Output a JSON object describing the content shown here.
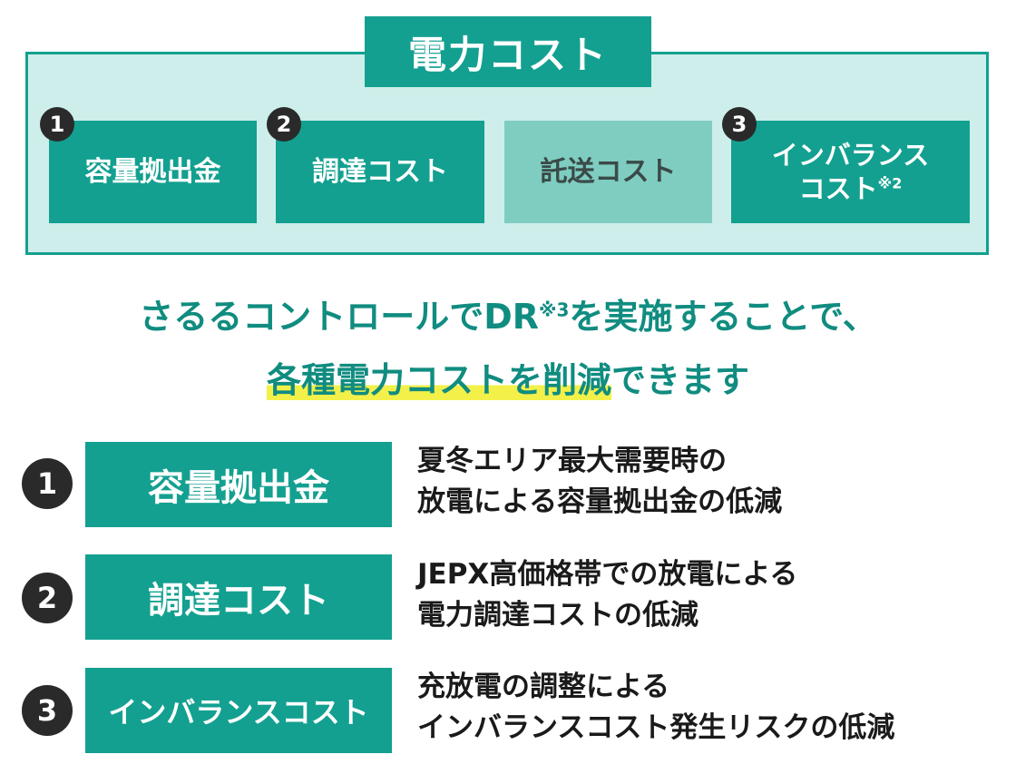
{
  "top": {
    "title": "電力コスト",
    "items": [
      {
        "number": "1",
        "label": "容量拠出金"
      },
      {
        "number": "2",
        "label": "調達コスト"
      },
      {
        "label": "託送コスト"
      },
      {
        "number": "3",
        "label_line1": "インバランス",
        "label_line2": "コスト",
        "note": "※2"
      }
    ]
  },
  "message": {
    "line1_part1": "さるるコントロールでDR",
    "line1_note": "※3",
    "line1_part2": "を実施することで、",
    "line2_highlight": "各種電力コストを削減",
    "line2_rest": "できます"
  },
  "details": [
    {
      "number": "1",
      "label": "容量拠出金",
      "desc_line1": "夏冬エリア最大需要時の",
      "desc_line2": "放電による容量拠出金の低減"
    },
    {
      "number": "2",
      "label": "調達コスト",
      "desc_line1": "JEPX高価格帯での放電による",
      "desc_line2": "電力調達コストの低減"
    },
    {
      "number": "3",
      "label": "インバランスコスト",
      "desc_line1": "充放電の調整による",
      "desc_line2": "インバランスコスト発生リスクの低減"
    }
  ],
  "colors": {
    "accent": "#13a090",
    "light": "#cdeeea",
    "inactive": "#7fcdc1",
    "message": "#108c80",
    "highlight": "#f3f04a"
  }
}
